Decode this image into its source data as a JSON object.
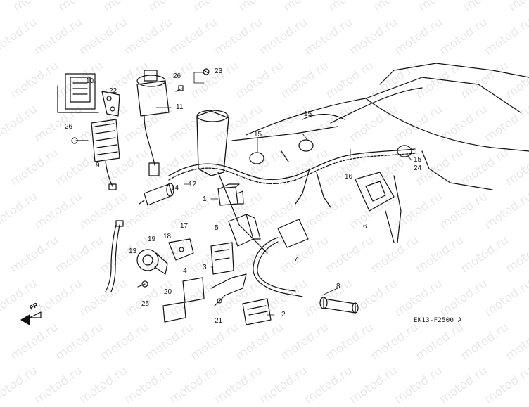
{
  "watermark": "motod.ru",
  "diagram_code": "EK13-F2500 A",
  "direction_label": "FR.",
  "callouts": {
    "c1": "1",
    "c2": "2",
    "c3": "3",
    "c4": "4",
    "c5": "5",
    "c6": "6",
    "c7": "7",
    "c8": "8",
    "c9": "9",
    "c10": "10",
    "c11": "11",
    "c12": "12",
    "c13": "13",
    "c14": "14",
    "c15a": "15",
    "c15b": "15",
    "c15c": "15",
    "c16": "16",
    "c17": "17",
    "c18": "18",
    "c19": "19",
    "c20": "20",
    "c21": "21",
    "c22": "22",
    "c23": "23",
    "c24": "24",
    "c25": "25",
    "c26a": "26",
    "c26b": "26"
  }
}
